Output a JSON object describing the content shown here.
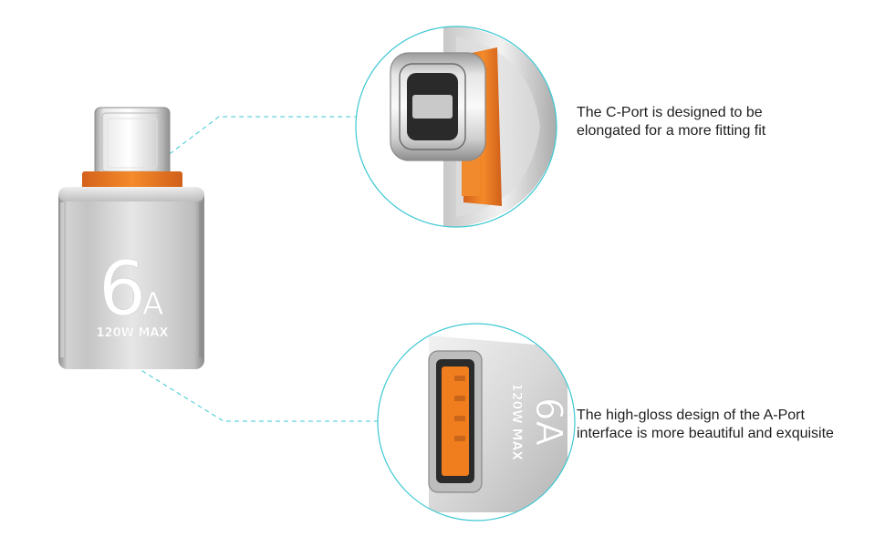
{
  "product": {
    "rating_big": "6",
    "rating_unit": "A",
    "power_label": "120W MAX"
  },
  "detail_c": {
    "caption_line1": "The C-Port is designed to be",
    "caption_line2": "elongated for a more fitting fit"
  },
  "detail_a": {
    "caption_line1": "The high-gloss design of the A-Port",
    "caption_line2": "interface is more beautiful and exquisite",
    "label_big": "6A",
    "label_small": "120W MAX"
  },
  "colors": {
    "accent_orange": "#f07d1e",
    "guide_cyan": "#3cc8d2",
    "metal_light": "#eaeaea",
    "metal_dark": "#9a9a9a"
  },
  "icons": {
    "connector_c": "usb-c-plug-icon",
    "connector_a": "usb-a-port-icon"
  }
}
